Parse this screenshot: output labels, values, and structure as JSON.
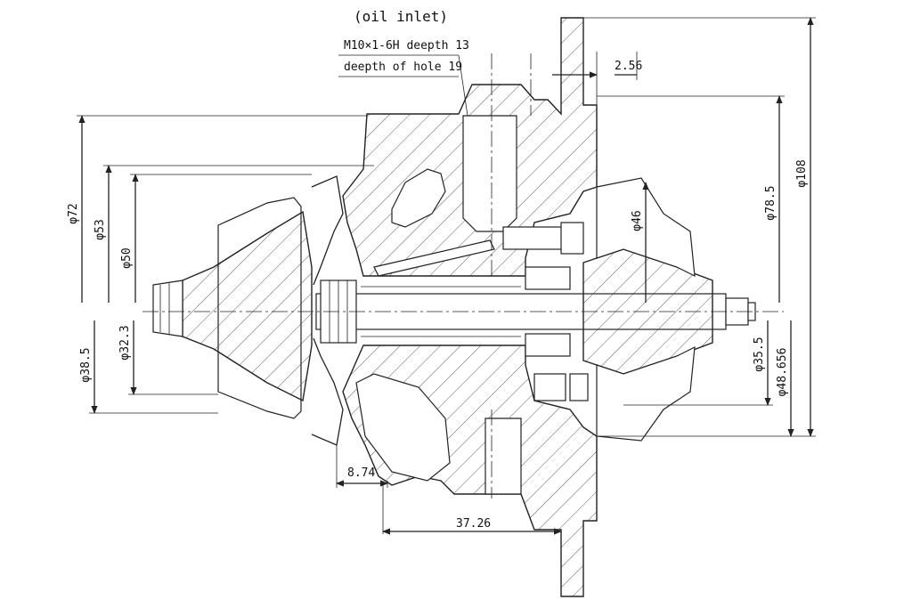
{
  "drawing": {
    "title": "(oil inlet)",
    "note_line_1": "M10×1-6H deepth 13",
    "note_line_2": "deepth of hole 19",
    "dimensions": {
      "d72": "φ72",
      "d53": "φ53",
      "d50": "φ50",
      "d32_3": "φ32.3",
      "d38_5": "φ38.5",
      "d46": "φ46",
      "d78_5": "φ78.5",
      "d108": "φ108",
      "d35_5": "φ35.5",
      "d48_656": "φ48.656",
      "len_2_56": "2.56",
      "len_8_74": "8.74",
      "len_37_26": "37.26"
    }
  }
}
